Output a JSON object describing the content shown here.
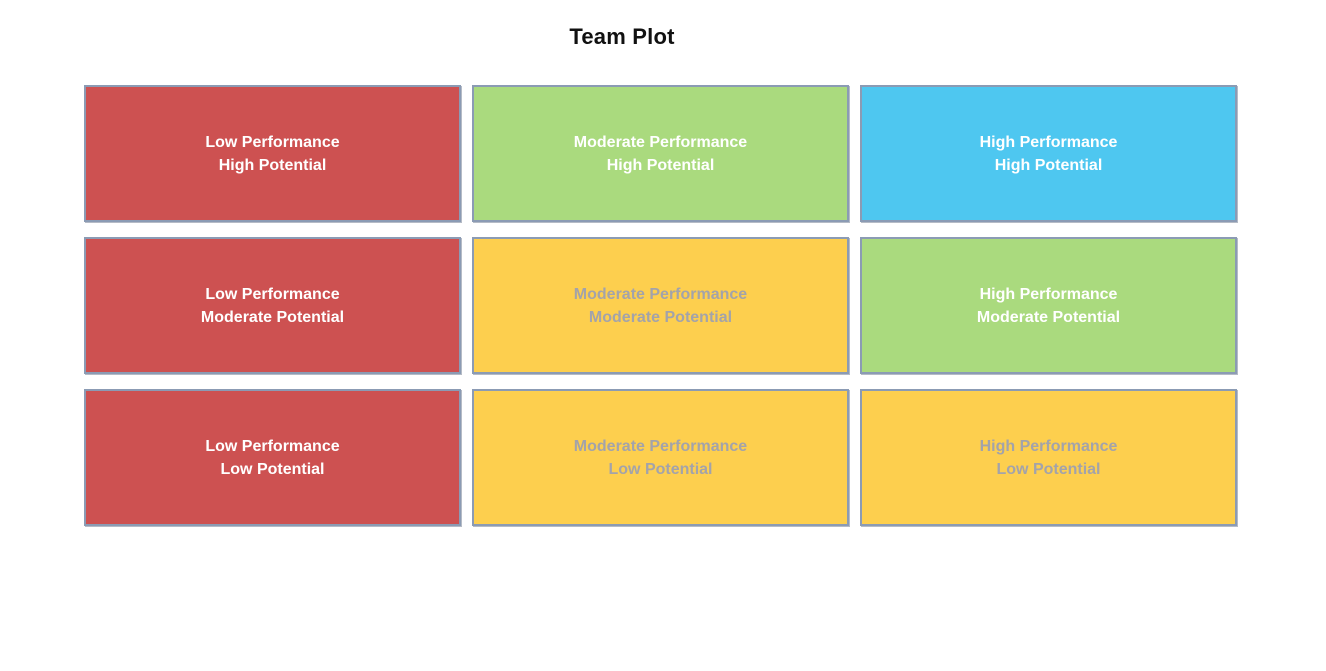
{
  "title": "Team Plot",
  "colors": {
    "background": "#FFFFFF",
    "border": "#8B9BB4",
    "red": "#CD5151",
    "green": "#AADA7E",
    "blue": "#4EC7F0",
    "yellow": "#FDCF4E",
    "text_light": "#FFFFFF",
    "text_gray": "#A3A3AA",
    "title_color": "#111111"
  },
  "chart_data": {
    "type": "heatmap",
    "title": "Team Plot",
    "description": "3x3 nine-box talent matrix; columns are performance levels, rows are potential levels",
    "x_categories": [
      "Low Performance",
      "Moderate Performance",
      "High Performance"
    ],
    "y_categories": [
      "High Potential",
      "Moderate Potential",
      "Low Potential"
    ],
    "legend_position": "none",
    "grid": false,
    "cells": [
      {
        "row": "High Potential",
        "col": "Low Performance",
        "line1": "Low Performance",
        "line2": "High Potential",
        "bg": "#CD5151",
        "text": "#FFFFFF"
      },
      {
        "row": "High Potential",
        "col": "Moderate Performance",
        "line1": "Moderate Performance",
        "line2": "High Potential",
        "bg": "#AADA7E",
        "text": "#FFFFFF"
      },
      {
        "row": "High Potential",
        "col": "High Performance",
        "line1": "High Performance",
        "line2": "High Potential",
        "bg": "#4EC7F0",
        "text": "#FFFFFF"
      },
      {
        "row": "Moderate Potential",
        "col": "Low Performance",
        "line1": "Low Performance",
        "line2": "Moderate Potential",
        "bg": "#CD5151",
        "text": "#FFFFFF"
      },
      {
        "row": "Moderate Potential",
        "col": "Moderate Performance",
        "line1": "Moderate Performance",
        "line2": "Moderate Potential",
        "bg": "#FDCF4E",
        "text": "#A3A3AA"
      },
      {
        "row": "Moderate Potential",
        "col": "High Performance",
        "line1": "High Performance",
        "line2": "Moderate Potential",
        "bg": "#AADA7E",
        "text": "#FFFFFF"
      },
      {
        "row": "Low Potential",
        "col": "Low Performance",
        "line1": "Low Performance",
        "line2": "Low Potential",
        "bg": "#CD5151",
        "text": "#FFFFFF"
      },
      {
        "row": "Low Potential",
        "col": "Moderate Performance",
        "line1": "Moderate Performance",
        "line2": "Low Potential",
        "bg": "#FDCF4E",
        "text": "#A3A3AA"
      },
      {
        "row": "Low Potential",
        "col": "High Performance",
        "line1": "High Performance",
        "line2": "Low Potential",
        "bg": "#FDCF4E",
        "text": "#A3A3AA"
      }
    ]
  }
}
